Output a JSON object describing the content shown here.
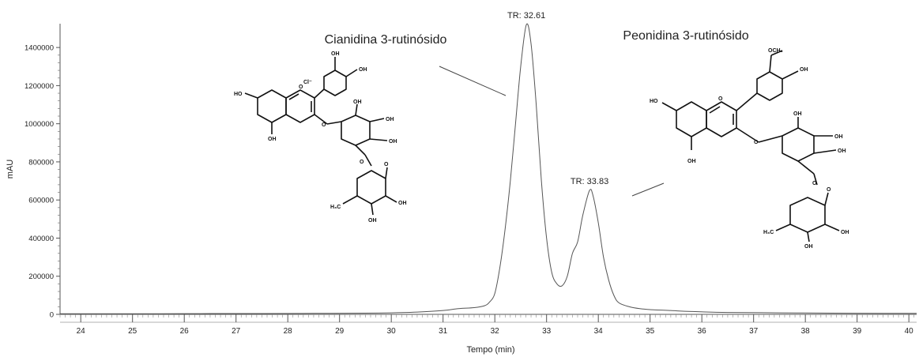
{
  "chart_data": {
    "type": "line",
    "title": "",
    "xlabel": "Tempo (min)",
    "ylabel": "mAU",
    "xlim": [
      23.6,
      40.15
    ],
    "ylim": [
      0,
      1500000
    ],
    "grid": false,
    "legend": "none",
    "x_ticks": [
      24,
      25,
      26,
      27,
      28,
      29,
      30,
      31,
      32,
      33,
      34,
      35,
      36,
      37,
      38,
      39,
      40
    ],
    "x_tick_labels": [
      "24",
      "25",
      "26",
      "27",
      "28",
      "29",
      "30",
      "31",
      "32",
      "33",
      "34",
      "35",
      "36",
      "37",
      "38",
      "39",
      "40"
    ],
    "y_ticks": [
      0,
      200000,
      400000,
      600000,
      800000,
      1000000,
      1200000,
      1400000
    ],
    "y_tick_labels": [
      "0",
      "200000",
      "400000",
      "600000",
      "800000",
      "1000000",
      "1200000",
      "1400000"
    ],
    "series": [
      {
        "color": "#555555",
        "x": [
          23.6,
          24.5,
          25.5,
          26.5,
          27.5,
          28.5,
          29.5,
          30.0,
          30.5,
          31.0,
          31.3,
          31.6,
          31.8,
          31.9,
          32.0,
          32.1,
          32.2,
          32.3,
          32.4,
          32.5,
          32.61,
          32.7,
          32.8,
          32.9,
          33.0,
          33.1,
          33.2,
          33.3,
          33.4,
          33.5,
          33.6,
          33.7,
          33.83,
          33.9,
          34.0,
          34.1,
          34.2,
          34.3,
          34.4,
          34.6,
          34.8,
          35.0,
          35.4,
          35.8,
          36.5,
          37.5,
          38.5,
          39.5,
          40.15
        ],
        "y": [
          3000,
          3000,
          3000,
          4000,
          4000,
          5000,
          6000,
          8000,
          12000,
          20000,
          30000,
          35000,
          45000,
          65000,
          110000,
          250000,
          450000,
          700000,
          1000000,
          1300000,
          1520000,
          1420000,
          1100000,
          700000,
          400000,
          220000,
          160000,
          150000,
          200000,
          320000,
          380000,
          520000,
          650000,
          620000,
          480000,
          300000,
          180000,
          100000,
          60000,
          40000,
          30000,
          25000,
          20000,
          15000,
          10000,
          8000,
          6000,
          5000,
          5000
        ]
      }
    ],
    "annotations": [
      {
        "text": "TR: 32.61",
        "x": 32.61,
        "y": 1520000
      },
      {
        "text": "TR: 33.83",
        "x": 33.83,
        "y": 650000
      }
    ],
    "compound_labels": [
      {
        "text": "Cianidina 3-rutinósido"
      },
      {
        "text": "Peonidina 3-rutinósido"
      }
    ]
  }
}
